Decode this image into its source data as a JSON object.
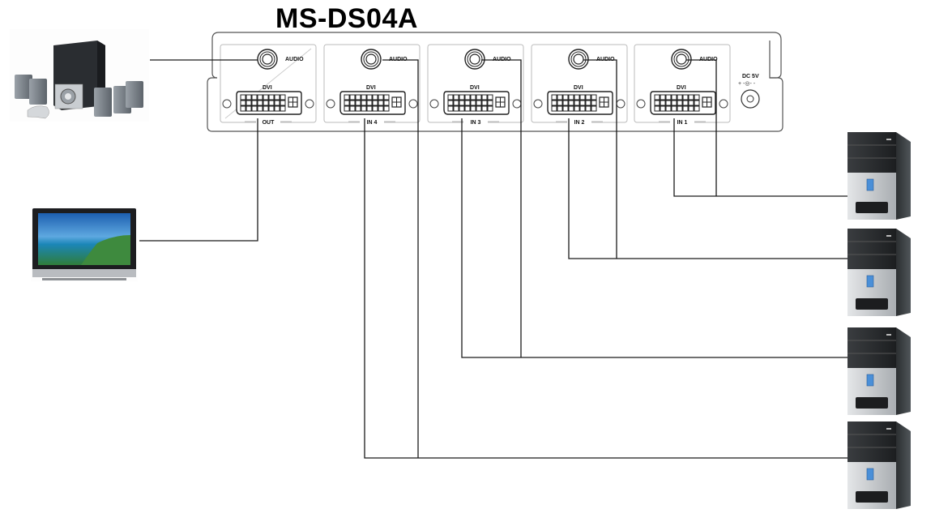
{
  "title": "MS-DS04A",
  "panel": {
    "power_label": "DC 5V",
    "power_polarity": "+ -◎- -",
    "modules": [
      {
        "id": "out",
        "port_label": "OUT",
        "dvi_label": "DVI",
        "audio_label": "AUDIO"
      },
      {
        "id": "in4",
        "port_label": "IN 4",
        "dvi_label": "DVI",
        "audio_label": "AUDIO"
      },
      {
        "id": "in3",
        "port_label": "IN 3",
        "dvi_label": "DVI",
        "audio_label": "AUDIO"
      },
      {
        "id": "in2",
        "port_label": "IN 2",
        "dvi_label": "DVI",
        "audio_label": "AUDIO"
      },
      {
        "id": "in1",
        "port_label": "IN 1",
        "dvi_label": "DVI",
        "audio_label": "AUDIO"
      }
    ]
  },
  "devices": {
    "speakers": "speaker-system-icon",
    "display": "flat-panel-display-icon",
    "computers": [
      "computer-tower-icon",
      "computer-tower-icon",
      "computer-tower-icon",
      "computer-tower-icon"
    ]
  },
  "connections": [
    {
      "from": "OUT AUDIO",
      "to": "speakers"
    },
    {
      "from": "OUT DVI",
      "to": "display"
    },
    {
      "from": "IN 1",
      "to": "computer 1"
    },
    {
      "from": "IN 2",
      "to": "computer 2"
    },
    {
      "from": "IN 3",
      "to": "computer 3"
    },
    {
      "from": "IN 4",
      "to": "computer 4"
    }
  ]
}
